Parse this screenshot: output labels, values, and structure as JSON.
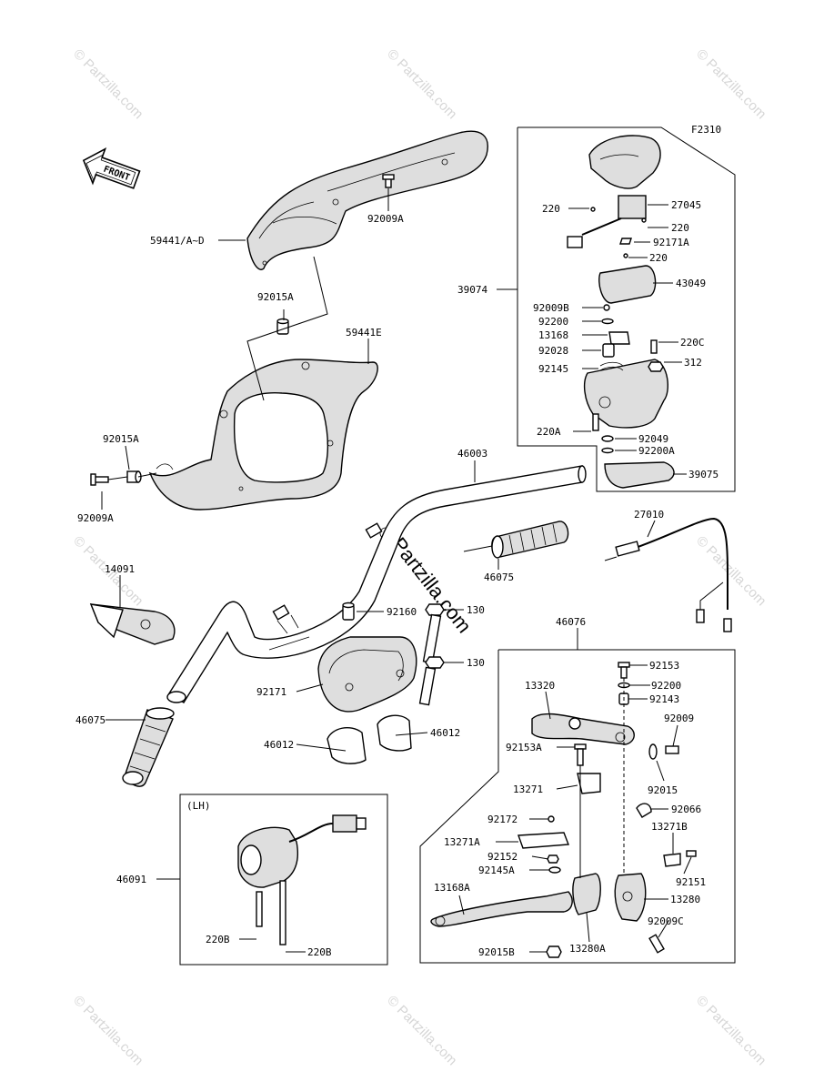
{
  "figure_code": "F2310",
  "front_label": "FRONT",
  "lh_label": "(LH)",
  "center_watermark": "Partzilla.com",
  "watermark_text": "© Partzilla.com",
  "labels": {
    "l59441AD": "59441/A~D",
    "l92009A_top": "92009A",
    "l92015A_top": "92015A",
    "l59441E": "59441E",
    "l92015A_left": "92015A",
    "l92009A_left": "92009A",
    "l46003": "46003",
    "l14091": "14091",
    "l46075_left": "46075",
    "l46075_right": "46075",
    "l92160": "92160",
    "l130_a": "130",
    "l130_b": "130",
    "l92171": "92171",
    "l46012_a": "46012",
    "l46012_b": "46012",
    "l27010": "27010",
    "l39074": "39074",
    "l220_a": "220",
    "l27045": "27045",
    "l220_b": "220",
    "l92171A": "92171A",
    "l220_c": "220",
    "l43049": "43049",
    "l92009B": "92009B",
    "l92200_r": "92200",
    "l13168": "13168",
    "l220C": "220C",
    "l92028": "92028",
    "l312": "312",
    "l92145": "92145",
    "l220A": "220A",
    "l92049": "92049",
    "l92200A": "92200A",
    "l39075": "39075",
    "l46076": "46076",
    "l92153": "92153",
    "l13320": "13320",
    "l92200_b": "92200",
    "l92143": "92143",
    "l92009": "92009",
    "l92153A": "92153A",
    "l13271": "13271",
    "l92015": "92015",
    "l92172": "92172",
    "l92066": "92066",
    "l13271A": "13271A",
    "l13271B": "13271B",
    "l92152": "92152",
    "l92145A": "92145A",
    "l92151": "92151",
    "l13168A": "13168A",
    "l13280": "13280",
    "l92009C": "92009C",
    "l92015B": "92015B",
    "l13280A": "13280A",
    "l46091": "46091",
    "l220B_a": "220B",
    "l220B_b": "220B"
  }
}
